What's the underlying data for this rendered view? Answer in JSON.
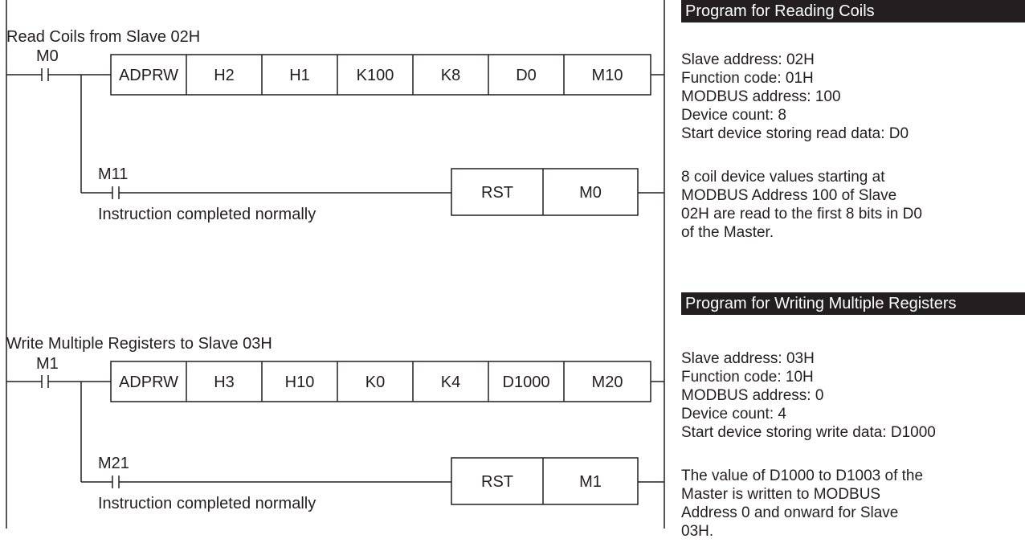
{
  "rung1": {
    "comment": "Read Coils from Slave 02H",
    "contact": "M0",
    "instruction": [
      "ADPRW",
      "H2",
      "H1",
      "K100",
      "K8",
      "D0",
      "M10"
    ],
    "reset_contact": "M11",
    "reset_comment": "Instruction completed normally",
    "reset_instruction": [
      "RST",
      "M0"
    ]
  },
  "rung2": {
    "comment": "Write Multiple Registers to Slave 03H",
    "contact": "M1",
    "instruction": [
      "ADPRW",
      "H3",
      "H10",
      "K0",
      "K4",
      "D1000",
      "M20"
    ],
    "reset_contact": "M21",
    "reset_comment": "Instruction completed normally",
    "reset_instruction": [
      "RST",
      "M1"
    ]
  },
  "panel1": {
    "title": "Program for Reading Coils",
    "params": [
      "Slave address: 02H",
      "Function code: 01H",
      "MODBUS address: 100",
      "Device count: 8",
      "Start device storing read data: D0"
    ],
    "note": [
      "8 coil device values starting at",
      "MODBUS Address 100 of Slave",
      "02H are read to the first 8 bits in D0",
      "of the Master."
    ]
  },
  "panel2": {
    "title": "Program for Writing Multiple Registers",
    "params": [
      "Slave address: 03H",
      "Function code: 10H",
      "MODBUS address: 0",
      "Device count: 4",
      "Start device storing write data: D1000"
    ],
    "note": [
      "The value of D1000 to D1003 of the",
      "Master is written to MODBUS",
      "Address 0 and onward for Slave",
      "03H."
    ]
  }
}
